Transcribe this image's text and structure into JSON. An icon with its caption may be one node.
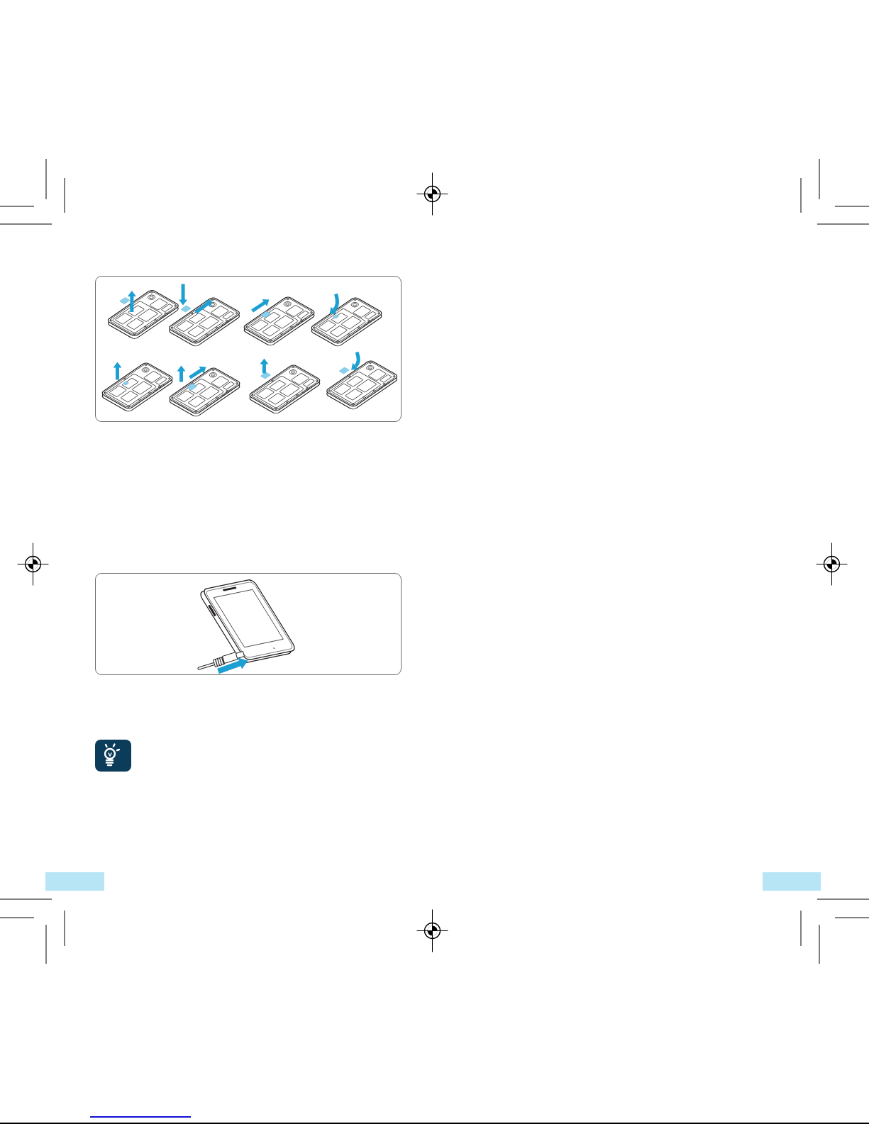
{
  "diagram": {
    "nodes": [
      {
        "text": [],
        "shape": "box"
      },
      {
        "text": [],
        "shape": "picture",
        "in": 0
      },
      {
        "text": [],
        "shape": "picture",
        "in": 0
      },
      {
        "text": [],
        "shape": "picture",
        "in": 0
      },
      {
        "text": [],
        "shape": "picture",
        "in": 0
      },
      {
        "text": [],
        "shape": "picture",
        "in": 0
      },
      {
        "text": [],
        "shape": "picture",
        "in": 0
      },
      {
        "text": [],
        "shape": "picture",
        "in": 0
      },
      {
        "text": [],
        "shape": "picture",
        "in": 0
      },
      {
        "text": [],
        "shape": "box"
      },
      {
        "text": [],
        "shape": "picture",
        "in": 9
      }
    ]
  }
}
